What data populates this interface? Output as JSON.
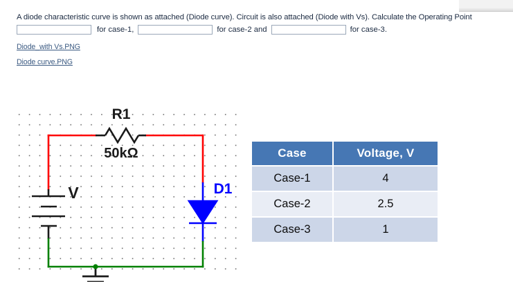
{
  "question": {
    "line1": "A diode characteristic curve is shown as attached (Diode curve). Circuit is also attached (Diode with Vs). Calculate the Operating Point",
    "answer1_value": "",
    "answer1_placeholder": "",
    "label_after_1": "for case-1,",
    "answer2_value": "",
    "answer2_placeholder": "",
    "label_after_2": "for case-2 and",
    "answer3_value": "",
    "answer3_placeholder": "",
    "label_after_3": "for case-3."
  },
  "attachments": [
    {
      "name": "Diode_with Vs.PNG"
    },
    {
      "name": "Diode curve.PNG"
    }
  ],
  "circuit": {
    "resistor_ref": "R1",
    "resistor_value": "50kΩ",
    "source_label": "V",
    "diode_ref": "D1",
    "colors": {
      "wire_top": "#ff0000",
      "wire_diode": "#0000ff",
      "wire_bottom": "#008000",
      "component": "#1a1a1a",
      "grid_dot": "#6a6a6a",
      "label_diode": "#0000ff"
    }
  },
  "table": {
    "headers": [
      "Case",
      "Voltage, V"
    ],
    "rows": [
      {
        "case": "Case-1",
        "voltage": "4"
      },
      {
        "case": "Case-2",
        "voltage": "2.5"
      },
      {
        "case": "Case-3",
        "voltage": "1"
      }
    ],
    "header_color": "#4677b4",
    "row_odd_color": "#ccd6e8",
    "row_even_color": "#e9edf5"
  }
}
